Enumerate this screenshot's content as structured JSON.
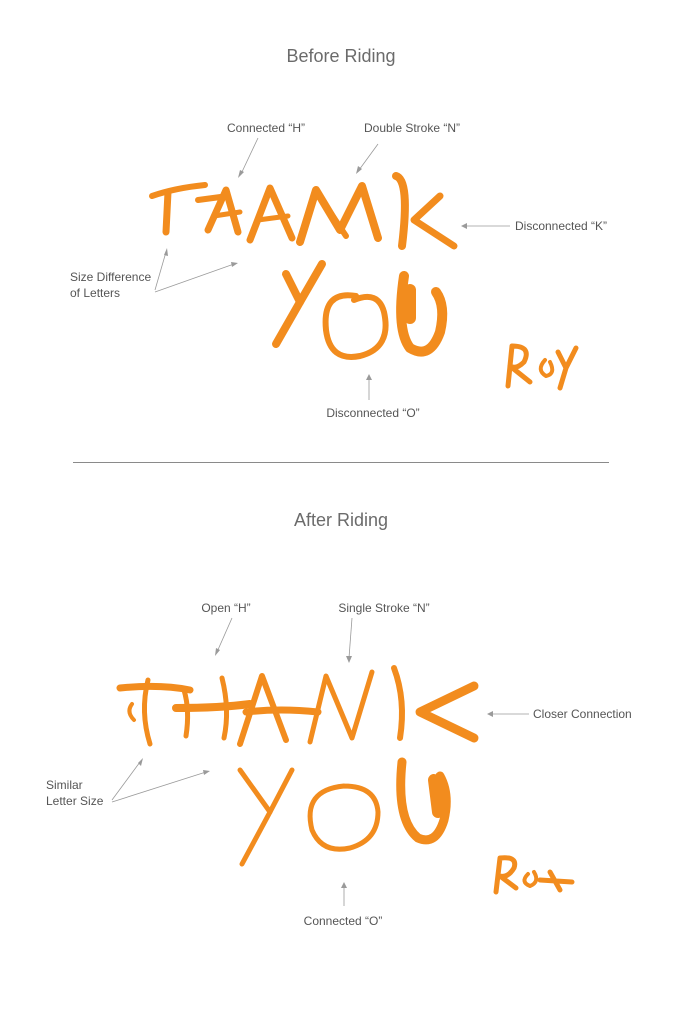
{
  "before": {
    "title": "Before Riding",
    "annotations": {
      "connected_h": "Connected “H”",
      "double_stroke_n": "Double Stroke “N”",
      "disconnected_k": "Disconnected “K”",
      "size_difference_line1": "Size Difference",
      "size_difference_line2": "of Letters",
      "disconnected_o": "Disconnected “O”"
    }
  },
  "after": {
    "title": "After Riding",
    "annotations": {
      "open_h": "Open “H”",
      "single_stroke_n": "Single Stroke “N”",
      "closer_connection": "Closer Connection",
      "similar_size_line1": "Similar",
      "similar_size_line2": "Letter Size",
      "connected_o": "Connected “O”"
    }
  },
  "colors": {
    "ink": "#f28c1e",
    "annotation_text": "#555555",
    "arrow": "#9a9a9a",
    "divider": "#8a8a8a"
  },
  "icons": {
    "handwriting_before": "handwritten-thank-you-roy-before",
    "handwriting_after": "handwritten-thank-you-roy-after"
  }
}
